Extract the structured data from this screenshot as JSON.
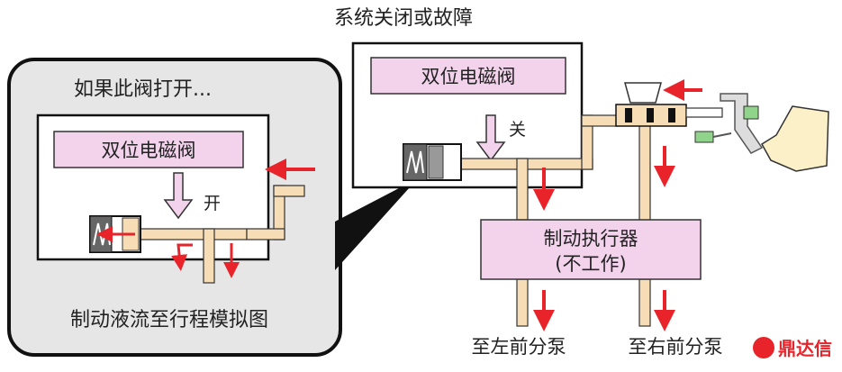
{
  "title": "系统关闭或故障",
  "callout": {
    "heading": "如果此阀打开...",
    "valve_label": "双位电磁阀",
    "state_label": "开",
    "caption": "制动液流至行程模拟图"
  },
  "main": {
    "valve_label": "双位电磁阀",
    "state_label": "关",
    "actuator_line1": "制动执行器",
    "actuator_line2": "(不工作)",
    "outlet_left": "至左前分泵",
    "outlet_right": "至右前分泵"
  },
  "watermark": "鼎达信",
  "colors": {
    "valve_fill": "#f3d3ec",
    "pipe": "#f6ddb6",
    "arrow_red": "#e8232a",
    "callout_bg": "#e6e6e6"
  }
}
